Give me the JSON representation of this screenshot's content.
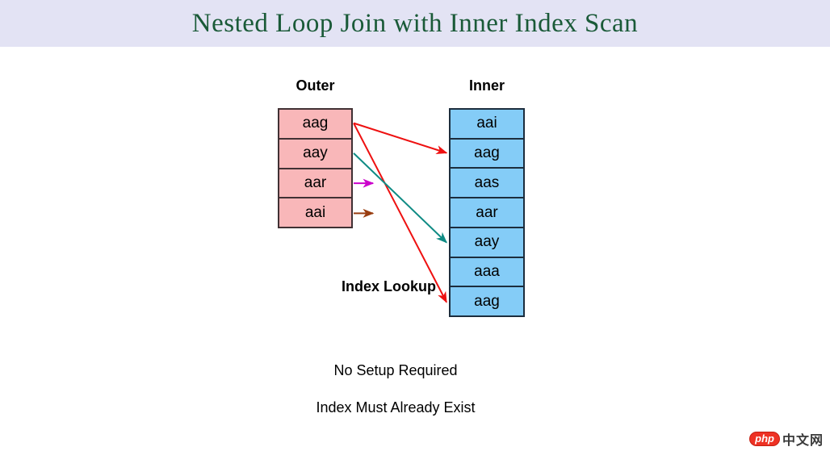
{
  "header": {
    "title": "Nested Loop Join with Inner Index Scan"
  },
  "diagram": {
    "outer_table": {
      "label": "Outer",
      "rows": [
        "aag",
        "aay",
        "aar",
        "aai"
      ],
      "fill": "#f9b7b9",
      "border": "#413134"
    },
    "inner_table": {
      "label": "Inner",
      "rows": [
        "aai",
        "aag",
        "aas",
        "aar",
        "aay",
        "aaa",
        "aag"
      ],
      "fill": "#84ccf7",
      "border": "#1c2d3d"
    },
    "index_lookup_label": "Index Lookup",
    "arrows": [
      {
        "name": "arrow-outer-aag-to-inner-aag-row2",
        "from_row": 0,
        "to_row": 1,
        "color": "#ee1111"
      },
      {
        "name": "arrow-outer-aag-to-inner-aag-row7",
        "from_row": 0,
        "to_row": 6,
        "color": "#ee1111"
      },
      {
        "name": "arrow-outer-aay-to-inner-aay-row5",
        "from_row": 1,
        "to_row": 4,
        "color": "#0f8b84"
      },
      {
        "name": "arrow-outer-aar-stub",
        "from_row": 2,
        "to_row": null,
        "color": "#cb01cb"
      },
      {
        "name": "arrow-outer-aai-stub",
        "from_row": 3,
        "to_row": null,
        "color": "#993d10"
      }
    ]
  },
  "notes": {
    "line1": "No Setup Required",
    "line2": "Index Must Already Exist"
  },
  "watermark": {
    "badge": "php",
    "site": "中文网"
  }
}
